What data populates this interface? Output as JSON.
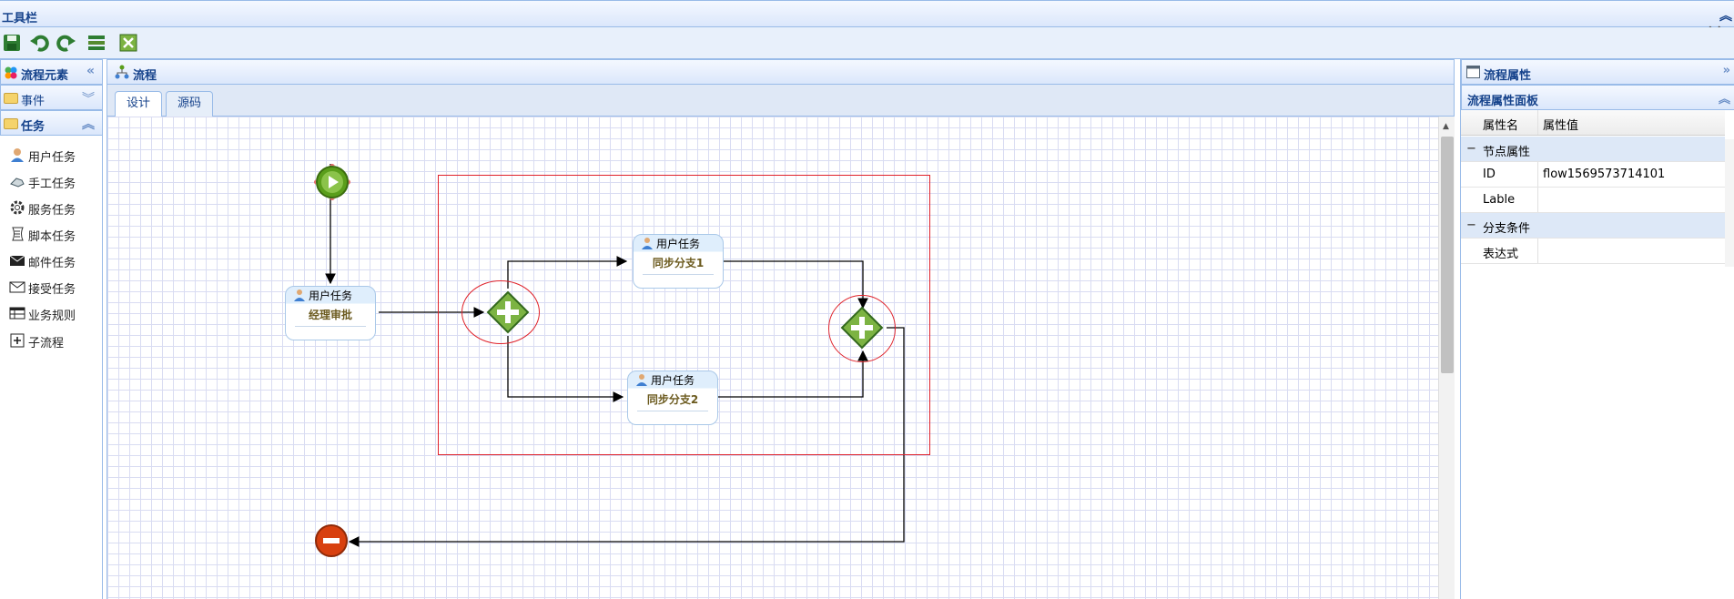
{
  "toolbar": {
    "title": "工具栏",
    "collapse_icon": "double-chevron-up-icon",
    "close_glyph": "✕",
    "buttons": [
      "save-icon",
      "undo-icon",
      "redo-icon",
      "list-icon",
      "delete-icon"
    ]
  },
  "palette": {
    "title": "流程元素",
    "sections": [
      {
        "label": "事件",
        "state": "collapsed"
      },
      {
        "label": "任务",
        "state": "expanded"
      }
    ],
    "items": [
      {
        "label": "用户任务",
        "icon": "user-icon"
      },
      {
        "label": "手工任务",
        "icon": "hand-icon"
      },
      {
        "label": "服务任务",
        "icon": "gear-icon"
      },
      {
        "label": "脚本任务",
        "icon": "script-icon"
      },
      {
        "label": "邮件任务",
        "icon": "mail-icon"
      },
      {
        "label": "接受任务",
        "icon": "envelope-icon"
      },
      {
        "label": "业务规则",
        "icon": "table-icon"
      },
      {
        "label": "子流程",
        "icon": "plus-box-icon"
      }
    ]
  },
  "center": {
    "title": "流程",
    "tabs": [
      {
        "label": "设计",
        "active": true
      },
      {
        "label": "源码",
        "active": false
      }
    ]
  },
  "diagram": {
    "tasks": [
      {
        "type": "用户任务",
        "name": "经理审批"
      },
      {
        "type": "用户任务",
        "name": "同步分支1"
      },
      {
        "type": "用户任务",
        "name": "同步分支2"
      }
    ],
    "colors": {
      "start": "#5a9e1b",
      "end": "#d8400f",
      "gateway": "#7cb342",
      "selection": "#e0222a"
    }
  },
  "properties": {
    "panel_title": "流程属性",
    "grid_title": "流程属性面板",
    "col_name": "属性名",
    "col_value": "属性值",
    "groups": [
      {
        "label": "节点属性",
        "rows": [
          {
            "name": "ID",
            "value": "flow1569573714101"
          },
          {
            "name": "Lable",
            "value": ""
          }
        ]
      },
      {
        "label": "分支条件",
        "rows": [
          {
            "name": "表达式",
            "value": ""
          }
        ]
      }
    ]
  }
}
